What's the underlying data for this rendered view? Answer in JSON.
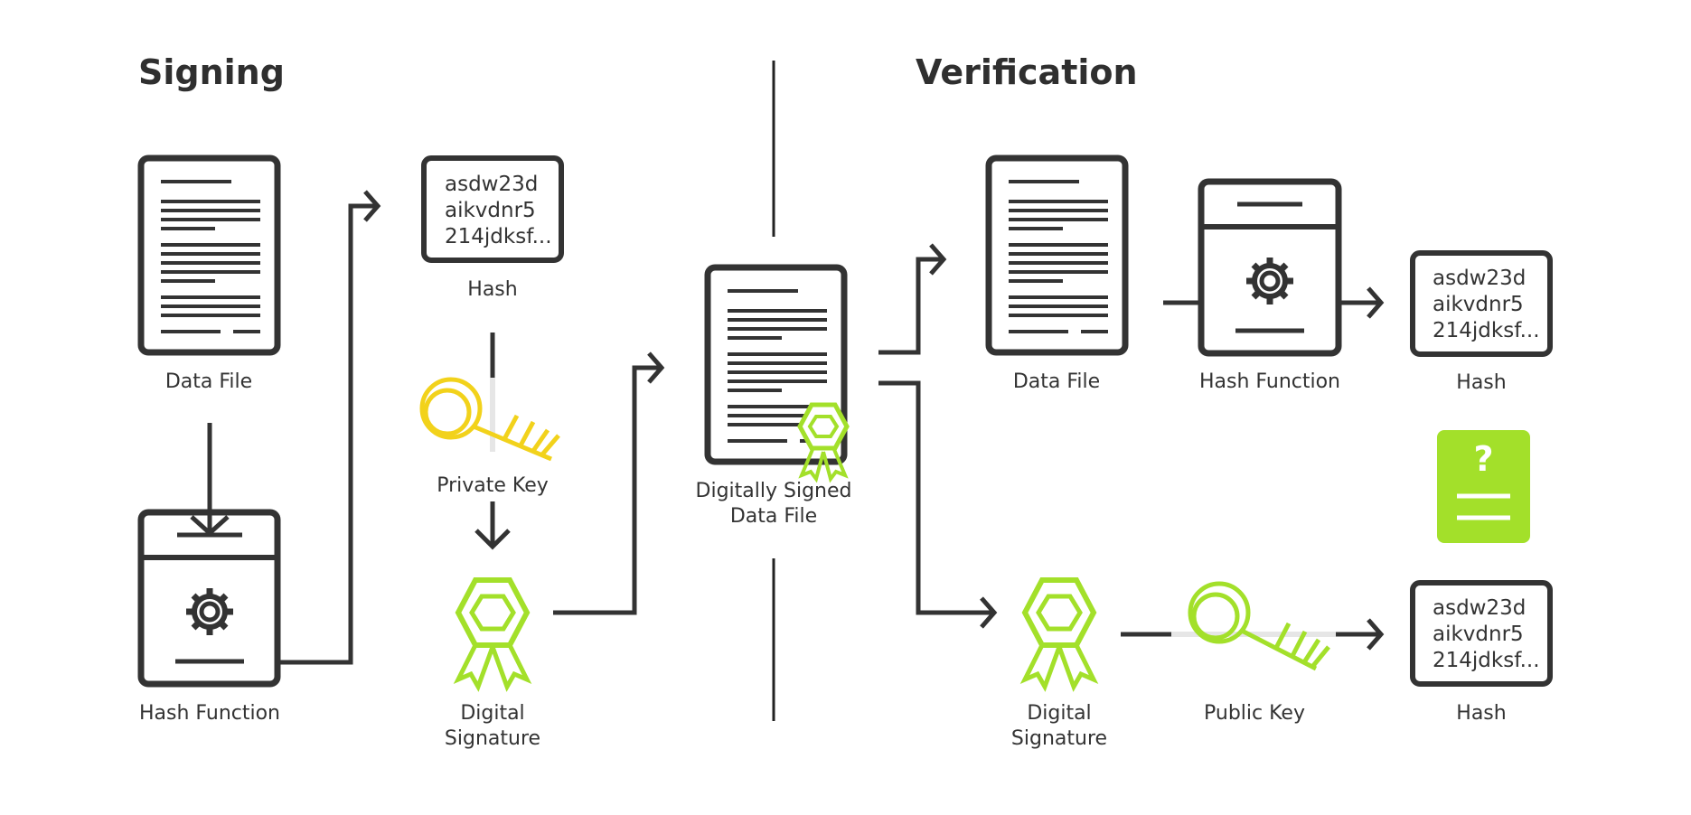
{
  "sections": {
    "signing_title": "Signing",
    "verification_title": "Verification"
  },
  "signing": {
    "data_file_label": "Data File",
    "hash_function_label": "Hash Function",
    "hash_label": "Hash",
    "hash_lines": [
      "asdw23d",
      "aikvdnr5",
      "214jdksf..."
    ],
    "private_key_label": "Private Key",
    "digital_signature_label_1": "Digital",
    "digital_signature_label_2": "Signature"
  },
  "center": {
    "signed_file_label_1": "Digitally Signed",
    "signed_file_label_2": "Data File"
  },
  "verification": {
    "data_file_label": "Data File",
    "hash_function_label": "Hash Function",
    "hash_top_label": "Hash",
    "hash_top_lines": [
      "asdw23d",
      "aikvdnr5",
      "214jdksf..."
    ],
    "compare_mark": "?",
    "digital_signature_label_1": "Digital",
    "digital_signature_label_2": "Signature",
    "public_key_label": "Public Key",
    "hash_bottom_label": "Hash",
    "hash_bottom_lines": [
      "asdw23d",
      "aikvdnr5",
      "214jdksf..."
    ]
  },
  "colors": {
    "stroke": "#333333",
    "private_key": "#f2d21b",
    "signature_green": "#a3e02a",
    "compare_card": "#a3e02a",
    "background": "#ffffff"
  }
}
